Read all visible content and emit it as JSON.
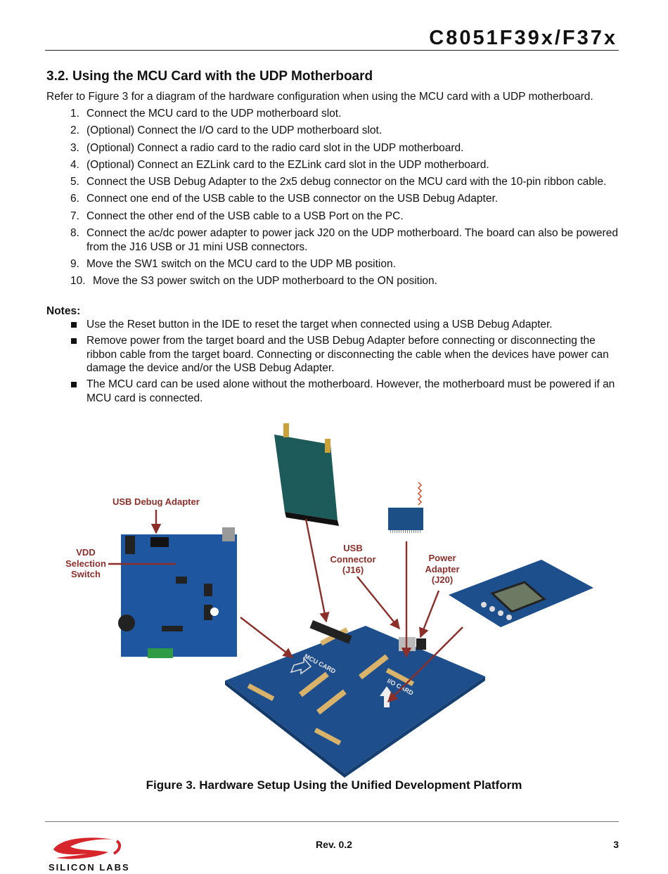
{
  "header": {
    "title": "C8051F39x/F37x"
  },
  "section": {
    "heading": "3.2.  Using the MCU Card with the UDP Motherboard",
    "intro": "Refer to Figure 3 for a diagram of the hardware configuration when using the MCU card with a UDP motherboard."
  },
  "steps": [
    {
      "num": "1.",
      "text": "Connect the MCU card to the UDP motherboard slot."
    },
    {
      "num": "2.",
      "text": "(Optional) Connect the I/O card to the UDP motherboard slot."
    },
    {
      "num": "3.",
      "text": "(Optional) Connect a radio card to the radio card slot in the UDP motherboard."
    },
    {
      "num": "4.",
      "text": "(Optional) Connect an EZLink card to the EZLink card slot in the UDP motherboard."
    },
    {
      "num": "5.",
      "text": "Connect the USB Debug Adapter to the 2x5 debug connector on the MCU card with the 10-pin ribbon cable."
    },
    {
      "num": "6.",
      "text": "Connect one end of the USB cable to the USB connector on the USB Debug Adapter."
    },
    {
      "num": "7.",
      "text": "Connect the other end of the USB cable to a USB Port on the PC."
    },
    {
      "num": "8.",
      "text": "Connect the ac/dc power adapter to power jack J20 on the UDP motherboard. The board can also be powered from the J16 USB or J1 mini USB connectors."
    },
    {
      "num": "9.",
      "text": "Move the SW1 switch on the MCU card to the UDP MB position."
    },
    {
      "num": "10.",
      "text": "Move the S3 power switch on the UDP motherboard to the ON position."
    }
  ],
  "notes": {
    "label": "Notes:",
    "items": [
      "Use the Reset button in the IDE to reset the target when connected using a USB Debug Adapter.",
      "Remove power from the target board and the USB Debug Adapter before connecting or disconnecting the ribbon cable from the target board. Connecting or disconnecting the cable when the devices have power can damage the device and/or the USB Debug Adapter.",
      "The MCU card can be used alone without the motherboard. However, the motherboard must be powered if an MCU card is connected."
    ]
  },
  "figure": {
    "callouts": {
      "usb_debug": "USB Debug Adapter",
      "vdd_1": "VDD",
      "vdd_2": "Selection",
      "vdd_3": "Switch",
      "usb_conn_1": "USB",
      "usb_conn_2": "Connector",
      "usb_conn_3": "(J16)",
      "power_1": "Power",
      "power_2": "Adapter",
      "power_3": "(J20)"
    },
    "board_labels": {
      "mcu_card": "MCU CARD",
      "io_card": "I/O CARD"
    },
    "caption": "Figure 3. Hardware Setup Using the Unified Development Platform"
  },
  "footer": {
    "rev": "Rev. 0.2",
    "page": "3",
    "logo_text": "SILICON LABS"
  },
  "colors": {
    "callout": "#8c2f2a",
    "board": "#1f4e8c",
    "logo_red": "#d7262b"
  }
}
